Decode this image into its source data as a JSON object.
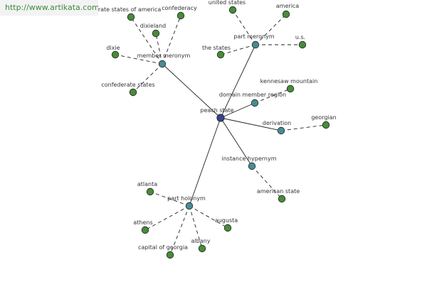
{
  "watermark": "http://www.artikata.com",
  "colors": {
    "root_node": "#3b3f8c",
    "relation_node": "#4a8a96",
    "leaf_node": "#4a8a3c",
    "edge": "#222222"
  },
  "root": {
    "label": "peach state"
  },
  "relations": [
    {
      "label": "part meronym"
    },
    {
      "label": "member meronym"
    },
    {
      "label": "domain member region"
    },
    {
      "label": "derivation"
    },
    {
      "label": "instance hypernym"
    },
    {
      "label": "part holonym"
    }
  ],
  "leaves": [
    {
      "label": "united states"
    },
    {
      "label": "america"
    },
    {
      "label": "u.s."
    },
    {
      "label": "the states"
    },
    {
      "label": "confederate states of america"
    },
    {
      "label": "confederacy"
    },
    {
      "label": "dixieland"
    },
    {
      "label": "dixie"
    },
    {
      "label": "confederate states"
    },
    {
      "label": "kennesaw mountain"
    },
    {
      "label": "georgian"
    },
    {
      "label": "american state"
    },
    {
      "label": "atlanta"
    },
    {
      "label": "athens"
    },
    {
      "label": "augusta"
    },
    {
      "label": "capital of georgia"
    },
    {
      "label": "albany"
    }
  ]
}
